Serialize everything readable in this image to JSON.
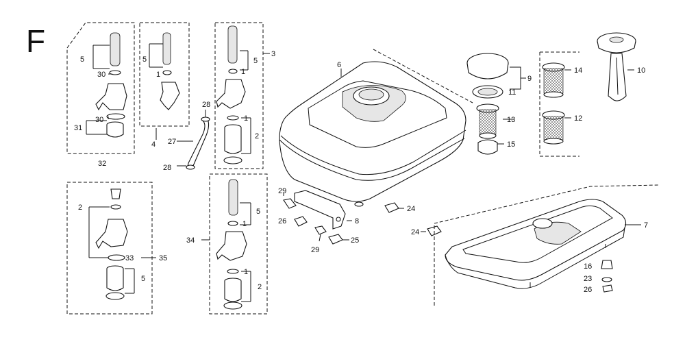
{
  "section_letter": "F",
  "callouts": {
    "c5a": "5",
    "c30a": "30",
    "c30b": "30",
    "c31": "31",
    "c32": "32",
    "c5b": "5",
    "c1a": "1",
    "c4": "4",
    "c3": "3",
    "c5c": "5",
    "c1b": "1",
    "c1c": "1",
    "c2a": "2",
    "c28a": "28",
    "c27": "27",
    "c28b": "28",
    "c6": "6",
    "c9": "9",
    "c11": "11",
    "c13": "13",
    "c15": "15",
    "c14": "14",
    "c12": "12",
    "c10": "10",
    "c2b": "2",
    "c33": "33",
    "c35": "35",
    "c5d": "5",
    "c34": "34",
    "c5e": "5",
    "c1d": "1",
    "c1e": "1",
    "c2c": "2",
    "c29a": "29",
    "c26a": "26",
    "c29b": "29",
    "c25": "25",
    "c8": "8",
    "c24a": "24",
    "c24b": "24",
    "c7": "7",
    "c16": "16",
    "c23": "23",
    "c26b": "26"
  }
}
